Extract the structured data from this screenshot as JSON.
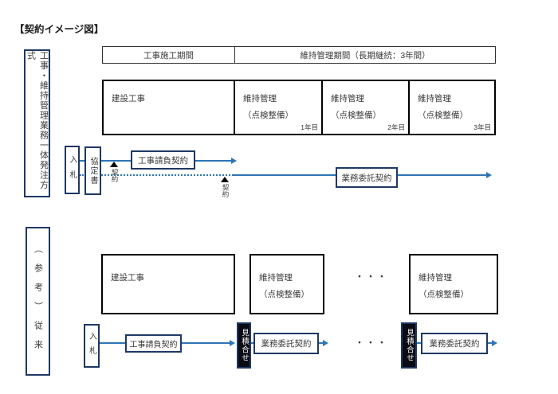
{
  "title": "【契約イメージ図】",
  "colors": {
    "navy": "#1f3864",
    "blue": "#2e75b6",
    "black_box": "#0b0b14"
  },
  "integrated": {
    "side_label": "工事・維持管理業務一体発注方式",
    "period_header": {
      "construction": "工事施工期間",
      "maintenance": "維持管理期間（長期継続：3年間）"
    },
    "construction_box": "建設工事",
    "maintenance_boxes": [
      {
        "title": "維持管理",
        "subtitle": "（点検整備）",
        "year": "1年目"
      },
      {
        "title": "維持管理",
        "subtitle": "（点検整備）",
        "year": "2年目"
      },
      {
        "title": "維持管理",
        "subtitle": "（点検整備）",
        "year": "3年目"
      }
    ],
    "flow": {
      "bid_box": "入札",
      "agreement_box": "協定書",
      "contract_marker_1": "契約",
      "construction_contract_box": "工事請負契約",
      "contract_marker_2": "契約",
      "outsourcing_contract_box": "業務委託契約"
    }
  },
  "conventional": {
    "side_label": "（参考）従来",
    "construction_box": "建設工事",
    "ellipsis_top": "・・・",
    "maintenance_box_1": {
      "title": "維持管理",
      "subtitle": "（点検整備）"
    },
    "maintenance_box_2": {
      "title": "維持管理",
      "subtitle": "（点検整備）"
    },
    "flow": {
      "bid_box": "入札",
      "construction_contract_box": "工事請負契約",
      "quote_box_1": "見積合せ",
      "outsourcing_contract_box_1": "業務委託契約",
      "ellipsis": "・・・",
      "quote_box_2": "見積合せ",
      "outsourcing_contract_box_2": "業務委託契約"
    }
  }
}
